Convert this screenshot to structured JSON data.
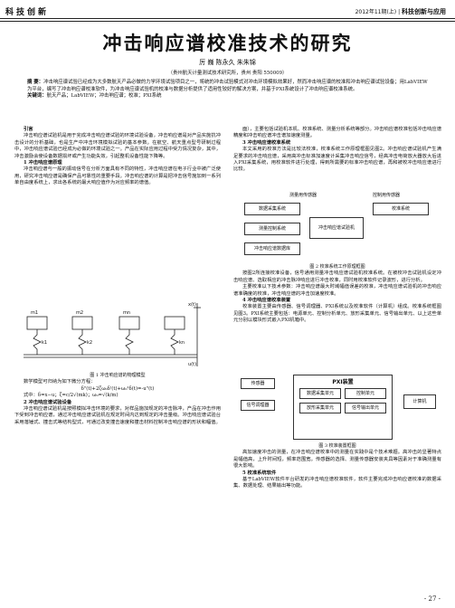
{
  "header": {
    "left": "科技创新",
    "date": "2012年11期(上)",
    "journal": "科技创新与应用"
  },
  "title": "冲击响应谱校准技术的研究",
  "authors": "厉  巍    陈永久    朱朱锦",
  "affiliation": "（贵州航天计量测试技术研究所，贵州 贵阳 550009）",
  "abstract_label": "摘  要：",
  "abstract": "冲击响应谱试验已经成为大多数航天产品必做的力学环境试验项目之一，将统的冲击试验模式对冲击环境模拟效果好，然而冲击响应谱的校准和冲击响应谱试验设备；用LabVIEW为平台，编写了冲击响应谱校准软件，为冲击响应谱试验机的校准与数据分析提供了适用性较好的解决方案，并基于PXI系统设计了冲击响应谱校准系统。",
  "keywords_label": "关键词：",
  "keywords": "航天产品；LabVIEW；冲击响应谱；校准；PXI系统",
  "col1_intro_title": "引言",
  "col1_intro": "冲击响应谱试验机是用于完成冲击响应谱试验的环境试验设备，冲击响应谱是对产品实施抗冲击设计的分析基础，也是生产中冲击环境模拟试验的基本参数。在航空、航天重点型号研制过程中，冲击响应谱试验已经成为必做的环境试验之一。产品在实际应用过程中受力情况复杂，其中，冲击激励会使设备数据损坏或产生功能失效，引起整机设备性能下降等。",
  "col1_sec1": "1 冲击响应谱原理",
  "col1_sec1_text": "冲击响应谱与一般的振动信号在分析方面具有不同的特性，冲击响应谱在电子行业中被广泛使用，研究冲击响应谱是确保产品可靠性的重要手段。冲击响应谱的计算是把冲击信号施加到一系列单自由度系统上，求出各系统的最大响应值作为对应频率的谱值。",
  "fig1_caption": "图 1 冲击响应谱的物理模型",
  "eq_text": "数学模型可归纳为如下微分方程：",
  "equation": "δ\"(t)+2ζω₀δ'(t)+ω₀²δ(t)=-u\"(t)",
  "eq_note": "式中：δ=x−u；ζ=c/2√(mk)；ω₀=√(k/m)",
  "col1_sec2": "2 冲击响应谱试验设备",
  "col1_sec2_text": "冲击响应谱试验机是按照模拟冲击环境的要求，对样品施加规定的冲击脉冲，产品在冲击作用下受到冲击响应谱，通过冲击响应谱试验机在规定时间内达到规定的冲击量级。冲击响应谱试验台采用落锤式、撞击式等结构型式，可通过改变撞击速度和撞击材料控制冲击响应谱的形状和幅值。",
  "col2_text1": "面），主要包括试验机本机、校准系统、测量分析系统等部分。冲击响应谱校准包括冲击响应谱精度和冲击响应谱冲击谱加速度测量。",
  "col2_sec3": "3 冲击响应谱校准系统",
  "col2_text2": "本文采用的校准方法是比较法校准，校准系统工作原理框图见图2。冲击响应谱试验机产生满足要求的冲击响应谱，采用高冲击标准加速度计采集冲击响应信号，经高冲击电荷放大器放大后进入PXI采集系统，用校准软件进行处理，得到所需要的标准冲击响应谱，再和被校冲击响应谱进行比较。",
  "fig2_labels": {
    "measure": "测量用传感器",
    "control": "控制用传感器",
    "amp": "数据采集系统",
    "sys": "校准系统",
    "machine": "冲击响应谱试验机",
    "ctrl_sys": "测量控制系统",
    "daq": "冲击响应谱数据库"
  },
  "fig2_caption": "图 2 校准系统工作原理框图",
  "col2_text3": "按图2所连接校准设备，信号通用测量冲击响应谱试验机校准系统。在被校冲击试验机设定冲击响应谱、选取相应的冲击脉冲响应进行冲击校准，同时用校准软件记录波形，进行分析。",
  "col2_text4": "主要校准以下技术参数：冲击响应谱最大时域幅值误差的校准，冲击响应谱试验机的冲击响应谱准确度的校准，冲击响应谱的冲击加速度校准。",
  "col2_sec4": "4 冲击响应谱校准装置",
  "col2_text5": "校准装置主要由传感器、信号调理器、PXI系统以及校准软件（计算机）组成。校准系统框图见图3。PXI系统主要包括：电源单元、控制分析单元、放形采集单元、信号输出单元、以上这些单元分别以模块形式嵌入PXI机箱中。",
  "fig3_labels": {
    "pxi": "PXI装置",
    "sensor": "传感器",
    "cond": "信号调理器",
    "pc": "计算机",
    "units": [
      "数据采集单元",
      "控制单元",
      "放形采集单元",
      "信号输出单元"
    ]
  },
  "fig3_caption": "图 3 校准装置框图",
  "col2_text6": "高加速度冲击的测量，在冲击响应谱校准中的测量在实践中是个技术难题。高冲击的显著特点是幅值高，上升时间短，频率范围宽。传感器的选择、测量传感器安装夹具等因素对于准确测量有很大影响。",
  "col2_sec5": "5 校准系统软件",
  "col2_text7": "基于LabVIEW软件平台研发的冲击响应谱校准软件，软件主要完成冲击响应谱校准的数据采集、数据处理、结果输出等功能。",
  "page_number": "- 27 -"
}
